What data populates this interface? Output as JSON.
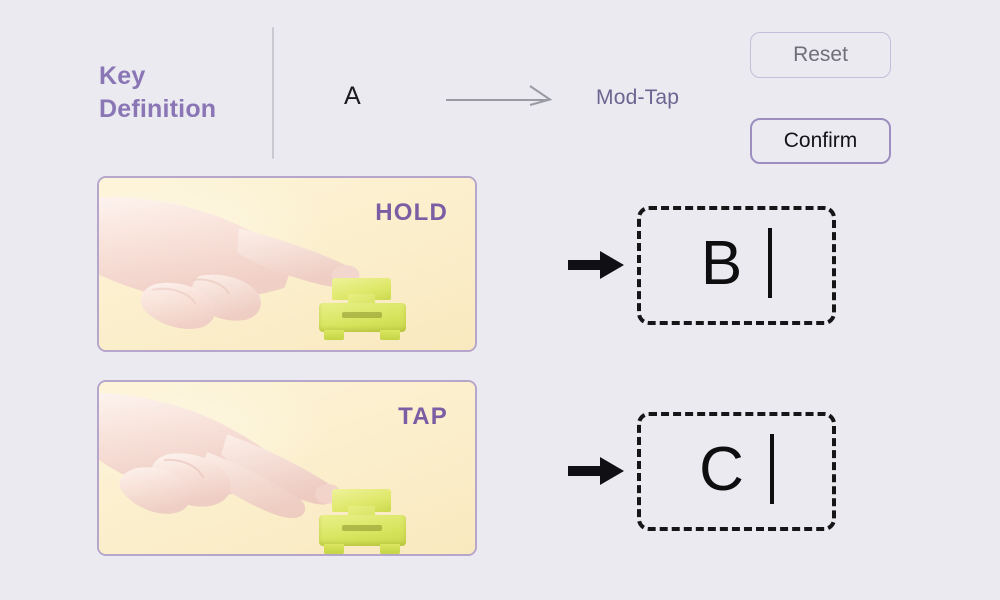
{
  "meta": {
    "background_color": "#eaeaf0",
    "accent_purple": "#8a75b5",
    "card_border": "#b6a6cb",
    "card_fill": "#faeec9"
  },
  "header": {
    "title_line1": "Key",
    "title_line2": "Definition",
    "source_key": "A",
    "arrow_icon": "right-arrow-icon",
    "target_mode": "Mod-Tap",
    "divider": "vertical-divider"
  },
  "buttons": {
    "reset_label": "Reset",
    "confirm_label": "Confirm"
  },
  "rows": [
    {
      "action_label": "HOLD",
      "photo_alt": "hand-pressing-and-holding-switch",
      "arrow_icon": "bold-right-arrow-icon",
      "output_letter": "B",
      "caret": "text-caret"
    },
    {
      "action_label": "TAP",
      "photo_alt": "hand-tapping-switch",
      "arrow_icon": "bold-right-arrow-icon",
      "output_letter": "C",
      "caret": "text-caret"
    }
  ]
}
